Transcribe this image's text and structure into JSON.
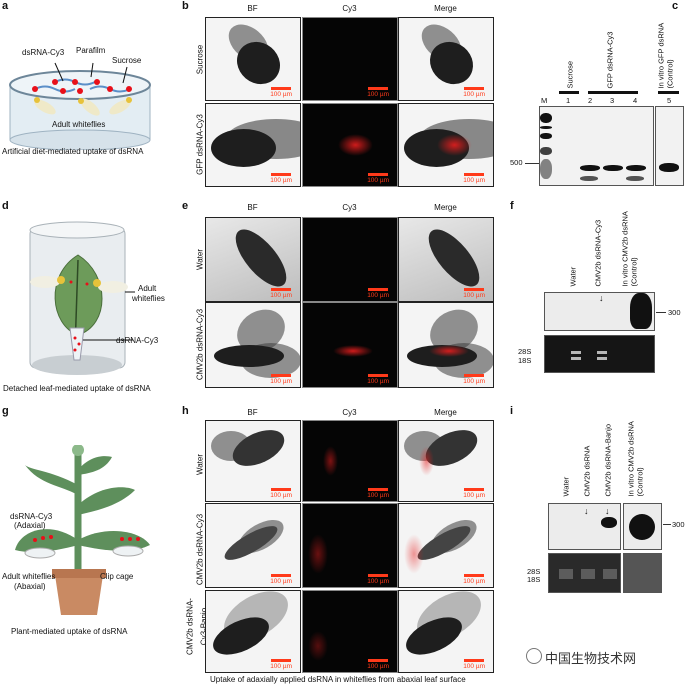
{
  "panels": {
    "a": {
      "letter": "a",
      "labels": {
        "dsrna": "dsRNA-Cy3",
        "parafilm": "Parafilm",
        "sucrose": "Sucrose",
        "whiteflies": "Adult whiteflies"
      },
      "caption": "Artificial diet-mediated uptake of dsRNA"
    },
    "b": {
      "letter": "b",
      "columns": [
        "BF",
        "Cy3",
        "Merge"
      ],
      "rows": [
        "Sucrose",
        "GFP dsRNA-Cy3"
      ],
      "scale_bar": "100 µm"
    },
    "c": {
      "letter": "c",
      "lanes": [
        "M",
        "1",
        "2",
        "3",
        "4",
        "5"
      ],
      "groups": [
        "Sucrose",
        "GFP dsRNA-Cy3",
        "In vitro GFP dsRNA",
        "(Control)"
      ],
      "size_marker": "500"
    },
    "d": {
      "letter": "d",
      "labels": {
        "whiteflies_1": "Adult",
        "whiteflies_2": "whiteflies",
        "dsrna": "dsRNA-Cy3"
      },
      "caption": "Detached leaf-mediated uptake of dsRNA"
    },
    "e": {
      "letter": "e",
      "columns": [
        "BF",
        "Cy3",
        "Merge"
      ],
      "rows": [
        "Water",
        "CMV2b dsRNA-Cy3"
      ],
      "scale_bar": "100 µm"
    },
    "f": {
      "letter": "f",
      "lanes": [
        "Water",
        "CMV2b dsRNA-Cy3",
        "In vitro CMV2b dsRNA",
        "(Control)"
      ],
      "size_marker": "300",
      "rrna": [
        "28S",
        "18S"
      ],
      "arrow": "↓"
    },
    "g": {
      "letter": "g",
      "labels": {
        "dsrna_1": "dsRNA-Cy3",
        "dsrna_2": "(Adaxial)",
        "wf_1": "Adult whiteflies",
        "wf_2": "(Abaxial)",
        "clip": "Clip cage"
      },
      "caption": "Plant-mediated uptake of dsRNA"
    },
    "h": {
      "letter": "h",
      "columns": [
        "BF",
        "Cy3",
        "Merge"
      ],
      "rows": [
        "Water",
        "CMV2b dsRNA-Cy3",
        "CMV2b dsRNA-",
        "Cy3-Banjo"
      ],
      "scale_bar": "100 µm",
      "caption": "Uptake of adaxially applied dsRNA in whiteflies from abaxial leaf surface"
    },
    "i": {
      "letter": "i",
      "lanes": [
        "Water",
        "CMV2b dsRNA",
        "CMV2b dsRNA-Banjo",
        "In vitro CMV2b dsRNA",
        "(Control)"
      ],
      "size_marker": "300",
      "rrna": [
        "28S",
        "18S"
      ],
      "arrow": "↓"
    }
  },
  "watermark": "中国生物技术网"
}
